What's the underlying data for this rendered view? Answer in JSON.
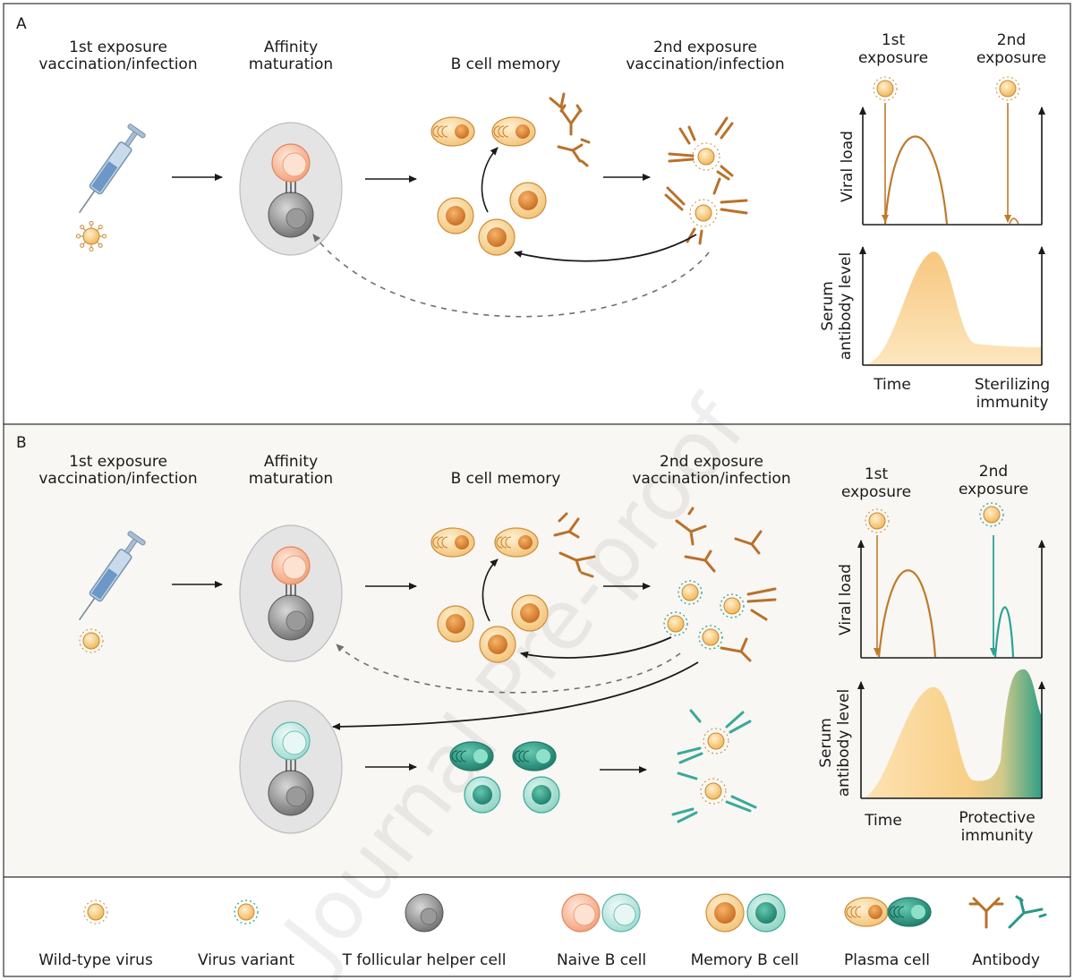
{
  "panel_a": {
    "letter": "A",
    "headers": {
      "exposure1": [
        "1st exposure",
        "vaccination/infection"
      ],
      "affinity": [
        "Affinity",
        "maturation"
      ],
      "memory": [
        "B cell memory"
      ],
      "exposure2": [
        "2nd exposure",
        "vaccination/infection"
      ]
    },
    "graph": {
      "first_exposure": [
        "1st",
        "exposure"
      ],
      "second_exposure": [
        "2nd",
        "exposure"
      ],
      "viral_load_label": "Viral load",
      "serum_label": [
        "Serum",
        "antibody level"
      ],
      "time_label": "Time",
      "outcome": [
        "Sterilizing",
        "immunity"
      ]
    }
  },
  "panel_b": {
    "letter": "B",
    "headers": {
      "exposure1": [
        "1st exposure",
        "vaccination/infection"
      ],
      "affinity": [
        "Affinity",
        "maturation"
      ],
      "memory": [
        "B cell memory"
      ],
      "exposure2": [
        "2nd exposure",
        "vaccination/infection"
      ]
    },
    "graph": {
      "first_exposure": [
        "1st",
        "exposure"
      ],
      "second_exposure": [
        "2nd",
        "exposure"
      ],
      "viral_load_label": "Viral load",
      "serum_label": [
        "Serum",
        "antibody level"
      ],
      "time_label": "Time",
      "outcome": [
        "Protective",
        "immunity"
      ]
    }
  },
  "legend": {
    "wild_type_virus": "Wild-type virus",
    "virus_variant": "Virus variant",
    "tfh_cell": "T follicular helper cell",
    "naive_b_cell": "Naive B cell",
    "memory_b_cell": "Memory B cell",
    "plasma_cell": "Plasma cell",
    "antibody": "Antibody"
  },
  "watermark": "Journal Pre-proof",
  "colors": {
    "orange": "#e8a64a",
    "orange_dark": "#b8732a",
    "teal": "#3aa99a",
    "teal_dark": "#1f8070",
    "gray_cell": "#6b6b6b",
    "arrow": "#1a1a1a",
    "dashed": "#707070"
  }
}
